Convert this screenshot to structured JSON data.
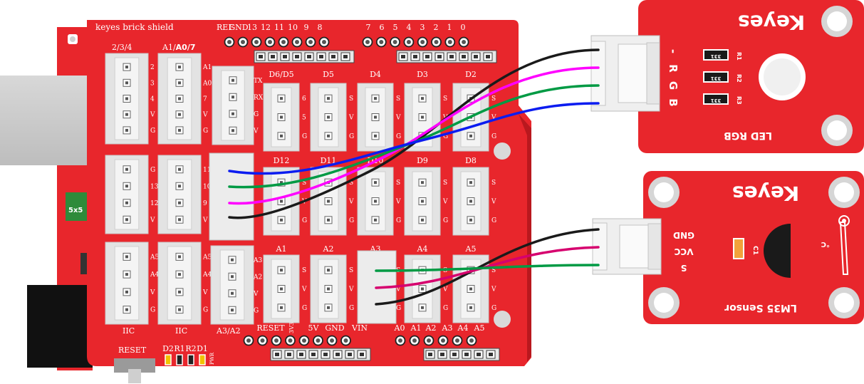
{
  "shield": {
    "brand": "keyes brick shield",
    "top_header_labels_left": [
      "REF",
      "GND",
      "13",
      "12",
      "11",
      "10",
      "9",
      "8"
    ],
    "top_header_labels_right": [
      "7",
      "6",
      "5",
      "4",
      "3",
      "2",
      "1",
      "0"
    ],
    "group_2_3_4": "2/3/4",
    "group_a1_a0_7_prefix": "A1/",
    "group_a1_a0_7_bold": "A0/7",
    "labels_col1_top": [
      "2",
      "3",
      "4",
      "V",
      "G"
    ],
    "labels_col2_top": [
      "A1",
      "A0",
      "7",
      "V",
      "G"
    ],
    "labels_serial": [
      "TX",
      "RX",
      "G",
      "V"
    ],
    "labels_col1_mid": [
      "G",
      "13",
      "12",
      "V"
    ],
    "labels_col2_mid": [
      "11",
      "10",
      "9",
      "V"
    ],
    "labels_col1_bot": [
      "A5",
      "A4",
      "V",
      "G"
    ],
    "labels_col2_bot": [
      "A5",
      "A4",
      "V",
      "G"
    ],
    "labels_a3a2": [
      "A3",
      "A2",
      "V",
      "G"
    ],
    "digital_row1": [
      "D6/D5",
      "D5",
      "D4",
      "D3",
      "D2"
    ],
    "digital_row1_pins": [
      [
        "6",
        "5",
        "G"
      ],
      [
        "S",
        "V",
        "G"
      ],
      [
        "S",
        "V",
        "G"
      ],
      [
        "S",
        "V",
        "G"
      ],
      [
        "S",
        "V",
        "G"
      ]
    ],
    "digital_row2": [
      "D12",
      "D11",
      "D10",
      "D9",
      "D8"
    ],
    "analog_row": [
      "A1",
      "A2",
      "A3",
      "A4",
      "A5"
    ],
    "pin_svg": [
      "S",
      "V",
      "G"
    ],
    "iic_left": "IIC",
    "iic_right": "IIC",
    "a3a2_label": "A3/A2",
    "power_labels": [
      "RESET",
      "3V3",
      "5V",
      "GND",
      "VIN"
    ],
    "analog_header_labels": [
      "A0",
      "A1",
      "A2",
      "A3",
      "A4",
      "A5"
    ],
    "reset_label": "RESET",
    "led_labels": [
      "D2",
      "R1",
      "R2",
      "D1"
    ],
    "pwr_label": "PWR",
    "fuse_label": "5x5"
  },
  "rgb_module": {
    "brand": "Keyes",
    "title": "LED RGB",
    "pins": [
      "-",
      "R",
      "G",
      "B"
    ],
    "resistors": [
      {
        "code": "331",
        "ref": "R1"
      },
      {
        "code": "331",
        "ref": "R2"
      },
      {
        "code": "331",
        "ref": "R3"
      }
    ]
  },
  "lm35_module": {
    "brand": "Keyes",
    "title": "LM35 Sensor",
    "pins": [
      "GND",
      "VCC",
      "S"
    ],
    "cap_ref": "C1",
    "unit": "°C"
  },
  "colors": {
    "board": "#e8262c",
    "board_dark": "#c41c22",
    "wire_black": "#1a1a1a",
    "wire_magenta": "#ff00ff",
    "wire_green": "#009a44",
    "wire_blue": "#0b1cf0",
    "wire_dark_magenta": "#d6006e"
  }
}
